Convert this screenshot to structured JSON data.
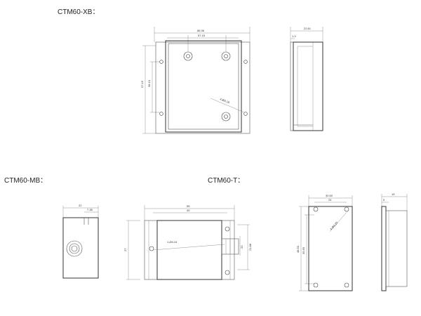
{
  "labels": {
    "xb": "CTM60-XB：",
    "mb": "CTM60-MB：",
    "t": "CTM60-T："
  },
  "dims": {
    "xb_w_outer": "86.36",
    "xb_w_inner": "57.15",
    "xb_h_outer": "57.15",
    "xb_h_inner": "38.10",
    "xb_hole": "4-Ø3.18",
    "xb_side_w": "22.61",
    "xb_side_t": "1.3",
    "mb_w": "22",
    "mb_inner": "7.38",
    "mb_len": "55",
    "mb_holespace": "40",
    "mb_h": "27",
    "mb_hole": "1-Ø4.24",
    "mb_h2": "20",
    "mb_h3": "21.88",
    "t_w": "30.50",
    "t_inner": "24",
    "t_h_outer": "48.50",
    "t_h_inner": "35.60",
    "t_hole": "4-Ø3.20",
    "t_side_w": "15",
    "t_side_t": "5"
  }
}
